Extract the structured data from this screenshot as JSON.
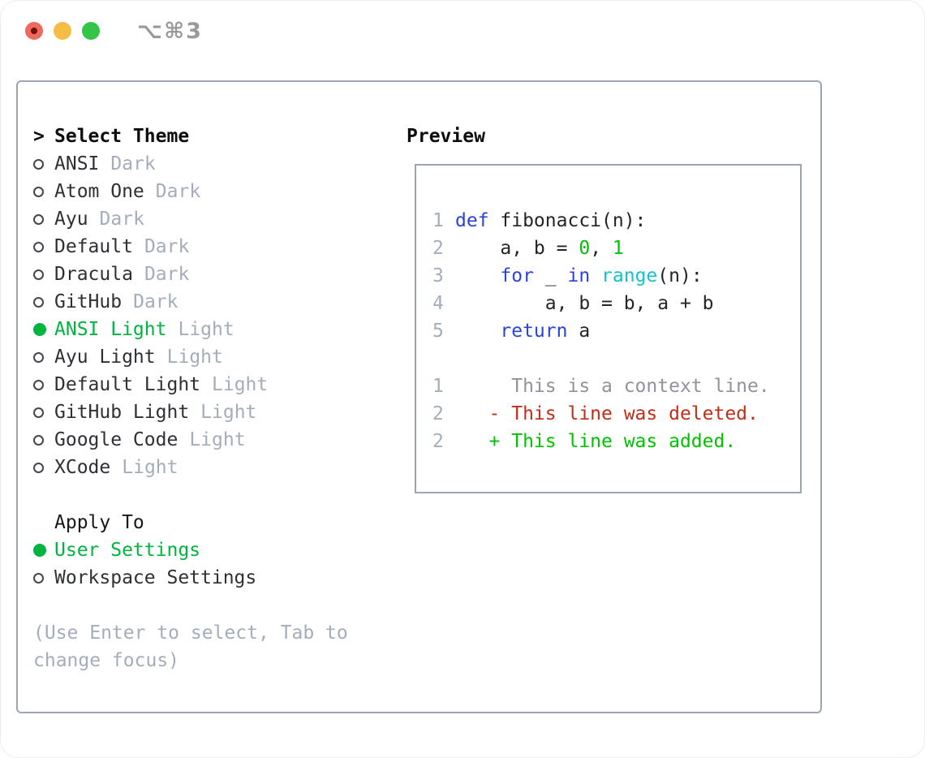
{
  "window": {
    "title": "⌥⌘3",
    "traffic_lights": [
      {
        "name": "close",
        "color": "#ef6a5c"
      },
      {
        "name": "minimize",
        "color": "#f6bd45"
      },
      {
        "name": "zoom",
        "color": "#35c546"
      }
    ]
  },
  "theme_picker": {
    "heading_marker": ">",
    "heading": "Select Theme",
    "themes": [
      {
        "name": "ANSI",
        "variant": "Dark",
        "selected": false
      },
      {
        "name": "Atom One",
        "variant": "Dark",
        "selected": false
      },
      {
        "name": "Ayu",
        "variant": "Dark",
        "selected": false
      },
      {
        "name": "Default",
        "variant": "Dark",
        "selected": false
      },
      {
        "name": "Dracula",
        "variant": "Dark",
        "selected": false
      },
      {
        "name": "GitHub",
        "variant": "Dark",
        "selected": false
      },
      {
        "name": "ANSI Light",
        "variant": "Light",
        "selected": true
      },
      {
        "name": "Ayu Light",
        "variant": "Light",
        "selected": false
      },
      {
        "name": "Default Light",
        "variant": "Light",
        "selected": false
      },
      {
        "name": "GitHub Light",
        "variant": "Light",
        "selected": false
      },
      {
        "name": "Google Code",
        "variant": "Light",
        "selected": false
      },
      {
        "name": "XCode",
        "variant": "Light",
        "selected": false
      }
    ],
    "apply_to": {
      "heading": "Apply To",
      "options": [
        {
          "label": "User Settings",
          "selected": true
        },
        {
          "label": "Workspace Settings",
          "selected": false
        }
      ]
    },
    "hint": "(Use Enter to select, Tab to change focus)"
  },
  "preview": {
    "heading": "Preview",
    "lines": [
      {
        "num": "1",
        "segments": [
          {
            "text": "def",
            "color": "blue"
          },
          {
            "text": " fibonacci(n):",
            "color": "code"
          }
        ]
      },
      {
        "num": "2",
        "segments": [
          {
            "text": "    a, b = ",
            "color": "code"
          },
          {
            "text": "0",
            "color": "green"
          },
          {
            "text": ", ",
            "color": "code"
          },
          {
            "text": "1",
            "color": "green"
          }
        ]
      },
      {
        "num": "3",
        "segments": [
          {
            "text": "    ",
            "color": "code"
          },
          {
            "text": "for",
            "color": "blue"
          },
          {
            "text": " _ ",
            "color": "code"
          },
          {
            "text": "in",
            "color": "blue"
          },
          {
            "text": " ",
            "color": "code"
          },
          {
            "text": "range",
            "color": "cyan"
          },
          {
            "text": "(n):",
            "color": "code"
          }
        ]
      },
      {
        "num": "4",
        "segments": [
          {
            "text": "        a, b = b, a + b",
            "color": "code"
          }
        ]
      },
      {
        "num": "5",
        "segments": [
          {
            "text": "    ",
            "color": "code"
          },
          {
            "text": "return",
            "color": "blue"
          },
          {
            "text": " a",
            "color": "code"
          }
        ]
      },
      {
        "num": "",
        "segments": []
      },
      {
        "num": "1",
        "segments": [
          {
            "text": "     This is a context line.",
            "color": "context"
          }
        ]
      },
      {
        "num": "2",
        "segments": [
          {
            "text": "   - This line was deleted.",
            "color": "red"
          }
        ]
      },
      {
        "num": "2",
        "segments": [
          {
            "text": "   + This line was added.",
            "color": "green"
          }
        ]
      }
    ]
  },
  "colors": {
    "selection_green": "#00b43e",
    "diff_added_green": "#00c200",
    "diff_deleted_red": "#c42d18",
    "keyword_blue": "#2b43d6",
    "builtin_cyan": "#14c3c7",
    "muted_gray": "#a4adbb",
    "context_gray": "#8f939b",
    "box_border_gray": "#9ca6b2",
    "titlebar_text_gray": "#98989d"
  }
}
